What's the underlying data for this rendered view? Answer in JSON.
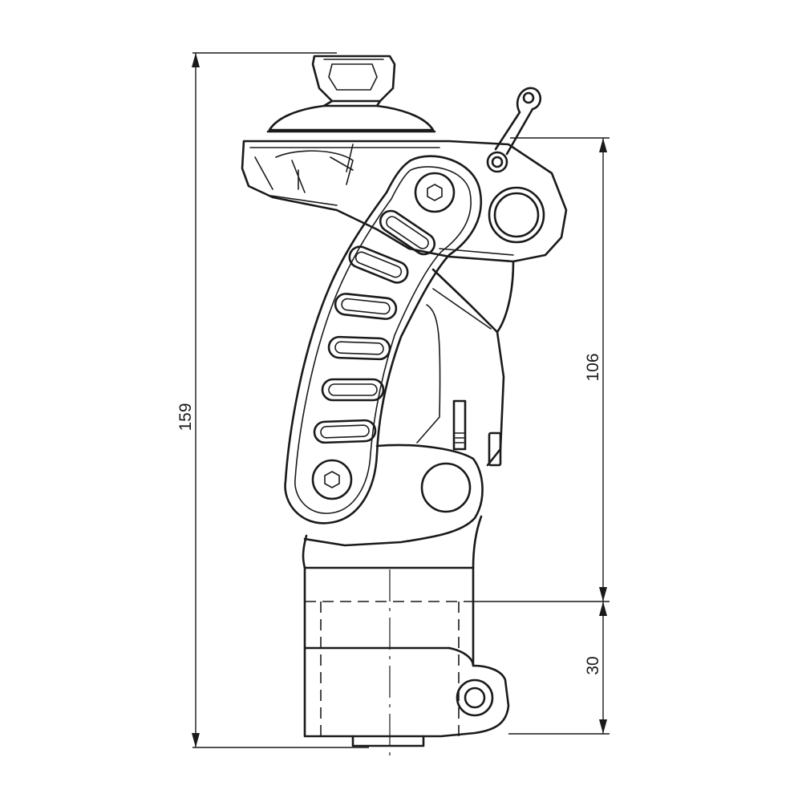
{
  "dimensions": {
    "overall_height": "159",
    "knee_height": "106",
    "lower_height": "30"
  }
}
